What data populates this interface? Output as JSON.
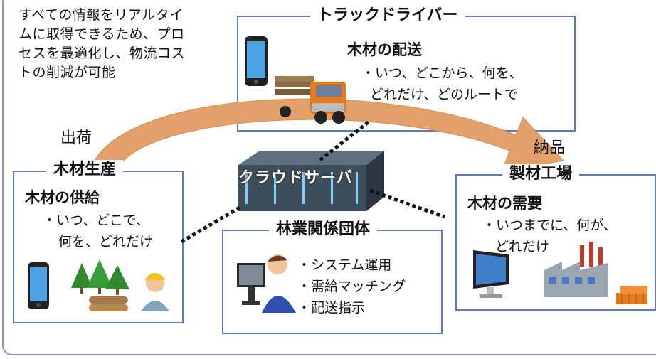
{
  "intro_text": [
    "すべての情報をリアルタイ",
    "ムに取得できるため、プロ",
    "セスを最適化し、物流コス",
    "トの削減が可能"
  ],
  "driver": {
    "title": "トラックドライバー",
    "heading": "木材の配送",
    "lines": [
      "・いつ、どこから、何を、",
      "どれだけ、どのルートで"
    ]
  },
  "producer": {
    "title": "木材生産",
    "heading": "木材の供給",
    "lines": [
      "・いつ、どこで、",
      "何を、どれだけ"
    ]
  },
  "factory": {
    "title": "製材工場",
    "heading": "木材の需要",
    "lines": [
      "・いつまでに、何が、",
      "どれだけ"
    ]
  },
  "association": {
    "title": "林業関係団体",
    "lines": [
      "・システム運用",
      "・需給マッチング",
      "・配送指示"
    ]
  },
  "server_label": "クラウドサーバ",
  "arrow_start_label": "出荷",
  "arrow_end_label": "納品",
  "colors": {
    "arrow": "#e2a06a",
    "box_border": "#5a7cc1",
    "frame": "#8f8fcf"
  }
}
